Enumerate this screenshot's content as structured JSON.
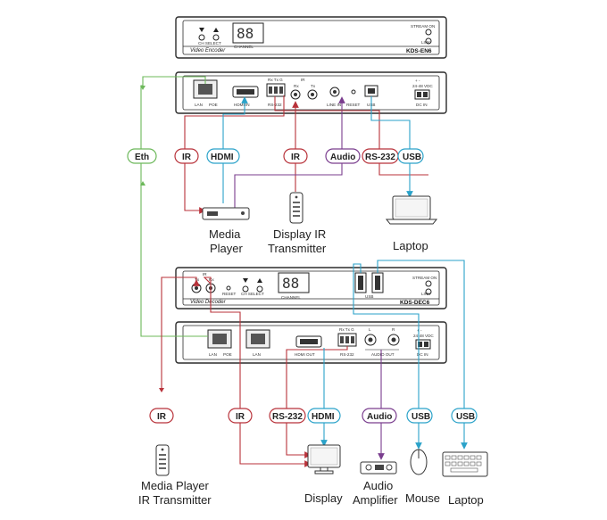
{
  "encoder_front": {
    "model": "KDS-EN6",
    "name": "Video Encoder",
    "ch_select": "CH SELECT",
    "channel": "CHANNEL",
    "stream_on": "STREAM ON",
    "link": "LINK"
  },
  "encoder_rear": {
    "lan": "LAN",
    "poe": "POE",
    "hdmi_in": "HDMI IN",
    "rs232": "RS-232",
    "rs232_pins": "Rx Tx G",
    "ir": "IR",
    "ir_rx": "Rx",
    "ir_tx": "Tx",
    "line_in": "LINE IN",
    "reset": "RESET",
    "usb": "USB",
    "dc_in": "DC IN",
    "voltage": "24-48 VDC",
    "polarity": "+ -"
  },
  "decoder_front": {
    "model": "KDS-DEC6",
    "name": "Video Decoder",
    "ir": "IR",
    "ir_tx": "Tx",
    "ir_rx": "Rx",
    "reset": "RESET",
    "ch_select": "CH SELECT",
    "channel": "CHANNEL",
    "usb": "USB",
    "stream_on": "STREAM ON",
    "link": "LINK"
  },
  "decoder_rear": {
    "lan": "LAN",
    "poe": "POE",
    "lan2": "LAN",
    "hdmi_out": "HDMI OUT",
    "rs232": "RS-232",
    "rs232_pins": "Rx Tx G",
    "audio_l": "L",
    "audio_r": "R",
    "audio_out": "AUDIO OUT",
    "dc_in": "DC IN",
    "voltage": "24-48 VDC",
    "polarity": "+ -"
  },
  "tags_top": {
    "eth": "Eth",
    "ir1": "IR",
    "hdmi": "HDMI",
    "ir2": "IR",
    "audio": "Audio",
    "rs232": "RS-232",
    "usb": "USB"
  },
  "tags_bottom": {
    "ir1": "IR",
    "ir2": "IR",
    "rs232": "RS-232",
    "hdmi": "HDMI",
    "audio": "Audio",
    "usb1": "USB",
    "usb2": "USB"
  },
  "devices": {
    "media_player": [
      "Media",
      "Player"
    ],
    "display_ir": [
      "Display IR",
      "Transmitter"
    ],
    "laptop_top": "Laptop",
    "mp_ir": [
      "Media Player",
      "IR Transmitter"
    ],
    "display": "Display",
    "amplifier": [
      "Audio",
      "Amplifier"
    ],
    "mouse": "Mouse",
    "laptop_bottom": "Laptop"
  },
  "colors": {
    "ir": "#b8323a",
    "rs232": "#b8323a",
    "hdmi": "#2aa2c9",
    "usb": "#2aa2c9",
    "audio": "#7a3d8e",
    "eth": "#6cb85a"
  }
}
